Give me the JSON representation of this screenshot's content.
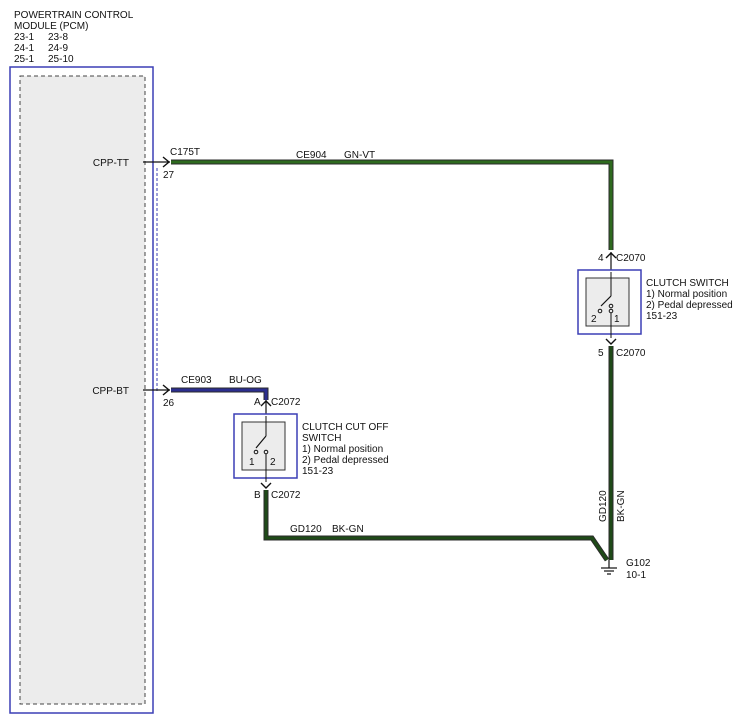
{
  "pcm": {
    "title_line1": "POWERTRAIN CONTROL",
    "title_line2": "MODULE (PCM)",
    "refs": [
      [
        "23-1",
        "23-8"
      ],
      [
        "24-1",
        "24-9"
      ],
      [
        "25-1",
        "25-10"
      ]
    ],
    "pins": [
      {
        "name": "CPP-TT",
        "number": "27"
      },
      {
        "name": "CPP-BT",
        "number": "26"
      }
    ]
  },
  "connectors": {
    "c175t": "C175T",
    "c2070": "C2070",
    "c2072": "C2072",
    "pin_4": "4",
    "pin_5": "5",
    "pin_a": "A",
    "pin_b": "B"
  },
  "wires": {
    "ce904": {
      "circuit": "CE904",
      "color": "GN-VT",
      "stroke": "#2e6a1f"
    },
    "ce903": {
      "circuit": "CE903",
      "color": "BU-OG",
      "stroke": "#2b2e8f"
    },
    "gd120_h": {
      "circuit": "GD120",
      "color": "BK-GN",
      "stroke": "#1f4a18"
    },
    "gd120_v": {
      "circuit": "GD120",
      "color": "BK-GN",
      "stroke": "#1f4a18"
    }
  },
  "clutch_switch": {
    "title": "CLUTCH SWITCH",
    "line1": "1) Normal position",
    "line2": "2) Pedal depressed",
    "ref": "151-23",
    "pos1": "1",
    "pos2": "2"
  },
  "cutoff_switch": {
    "title1": "CLUTCH CUT OFF",
    "title2": "SWITCH",
    "line1": "1) Normal position",
    "line2": "2) Pedal depressed",
    "ref": "151-23",
    "pos1": "1",
    "pos2": "2"
  },
  "ground": {
    "name": "G102",
    "ref": "10-1"
  },
  "colors": {
    "module_border": "#3b3fb5",
    "module_fill": "#ececec"
  }
}
